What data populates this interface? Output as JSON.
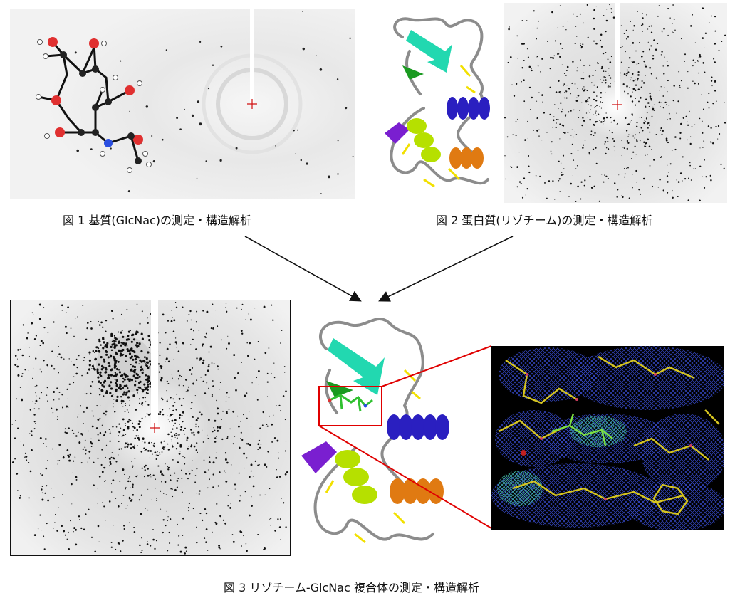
{
  "figures": [
    {
      "id": "fig1",
      "caption": "図 1  基質(GlcNac)の測定・構造解析"
    },
    {
      "id": "fig2",
      "caption": "図 2  蛋白質(リゾチーム)の測定・構造解析"
    },
    {
      "id": "fig3",
      "caption": "図 3  リゾチーム-GlcNac 複合体の測定・構造解析"
    }
  ],
  "colors": {
    "detector_bg": "#ededed",
    "beamstop": "#ffffff",
    "beam_center_mark": "#d01010",
    "arrow": "#111111",
    "zoom_box": "#e00000",
    "density_map_bg": "#000000",
    "density_mesh": "#3a4fd8",
    "atom_oxygen": "#e03030",
    "atom_nitrogen": "#2a4ee0",
    "atom_carbon": "#111111",
    "atom_hydrogen": "#ffffff",
    "helix_blue": "#2a1fc0",
    "helix_purple": "#7a1fd0",
    "helix_lime": "#b6e000",
    "helix_orange": "#e07a12",
    "strand_cyan": "#22d8b0",
    "strand_green": "#1a9a20",
    "loop": "#8c8c8c",
    "disulfide": "#f2e000",
    "ligand": "#30c030"
  },
  "icons": [
    "glcnac-ball-and-stick-model",
    "lysozyme-ribbon-model",
    "electron-density-map-icon"
  ]
}
